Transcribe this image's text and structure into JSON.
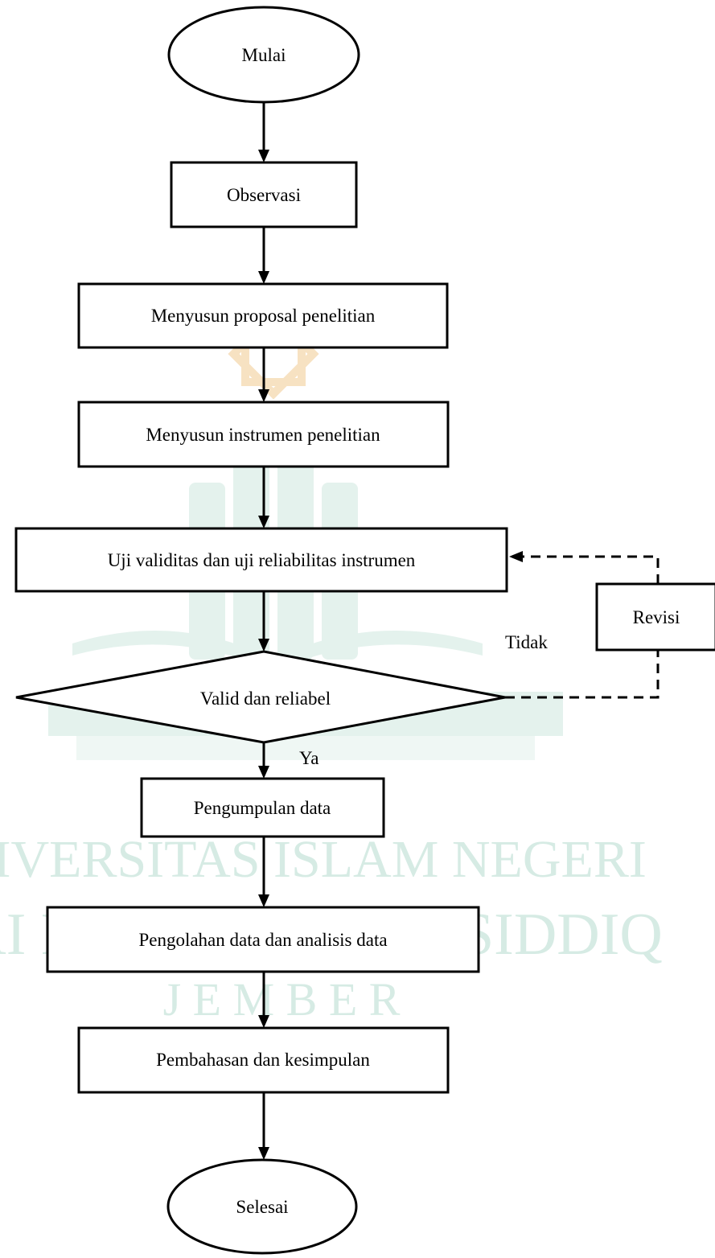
{
  "watermark": {
    "line1": "UNIVERSITAS ISLAM NEGERI",
    "line2": "KIAI HAJI ACHMAD SIDDIQ",
    "line3": "J E M B E R"
  },
  "nodes": {
    "start": "Mulai",
    "observasi": "Observasi",
    "proposal": "Menyusun proposal penelitian",
    "instrumen": "Menyusun instrumen penelitian",
    "uji": "Uji validitas dan uji reliabilitas instrumen",
    "decision": "Valid dan reliabel",
    "revisi": "Revisi",
    "pengumpulan": "Pengumpulan data",
    "pengolahan": "Pengolahan data dan analisis data",
    "pembahasan": "Pembahasan dan kesimpulan",
    "end": "Selesai"
  },
  "edges": {
    "no_label": "Tidak",
    "yes_label": "Ya"
  },
  "colors": {
    "stroke": "#000000",
    "watermark_green": "#d6ebe4",
    "watermark_gold": "#f7e2c2"
  }
}
